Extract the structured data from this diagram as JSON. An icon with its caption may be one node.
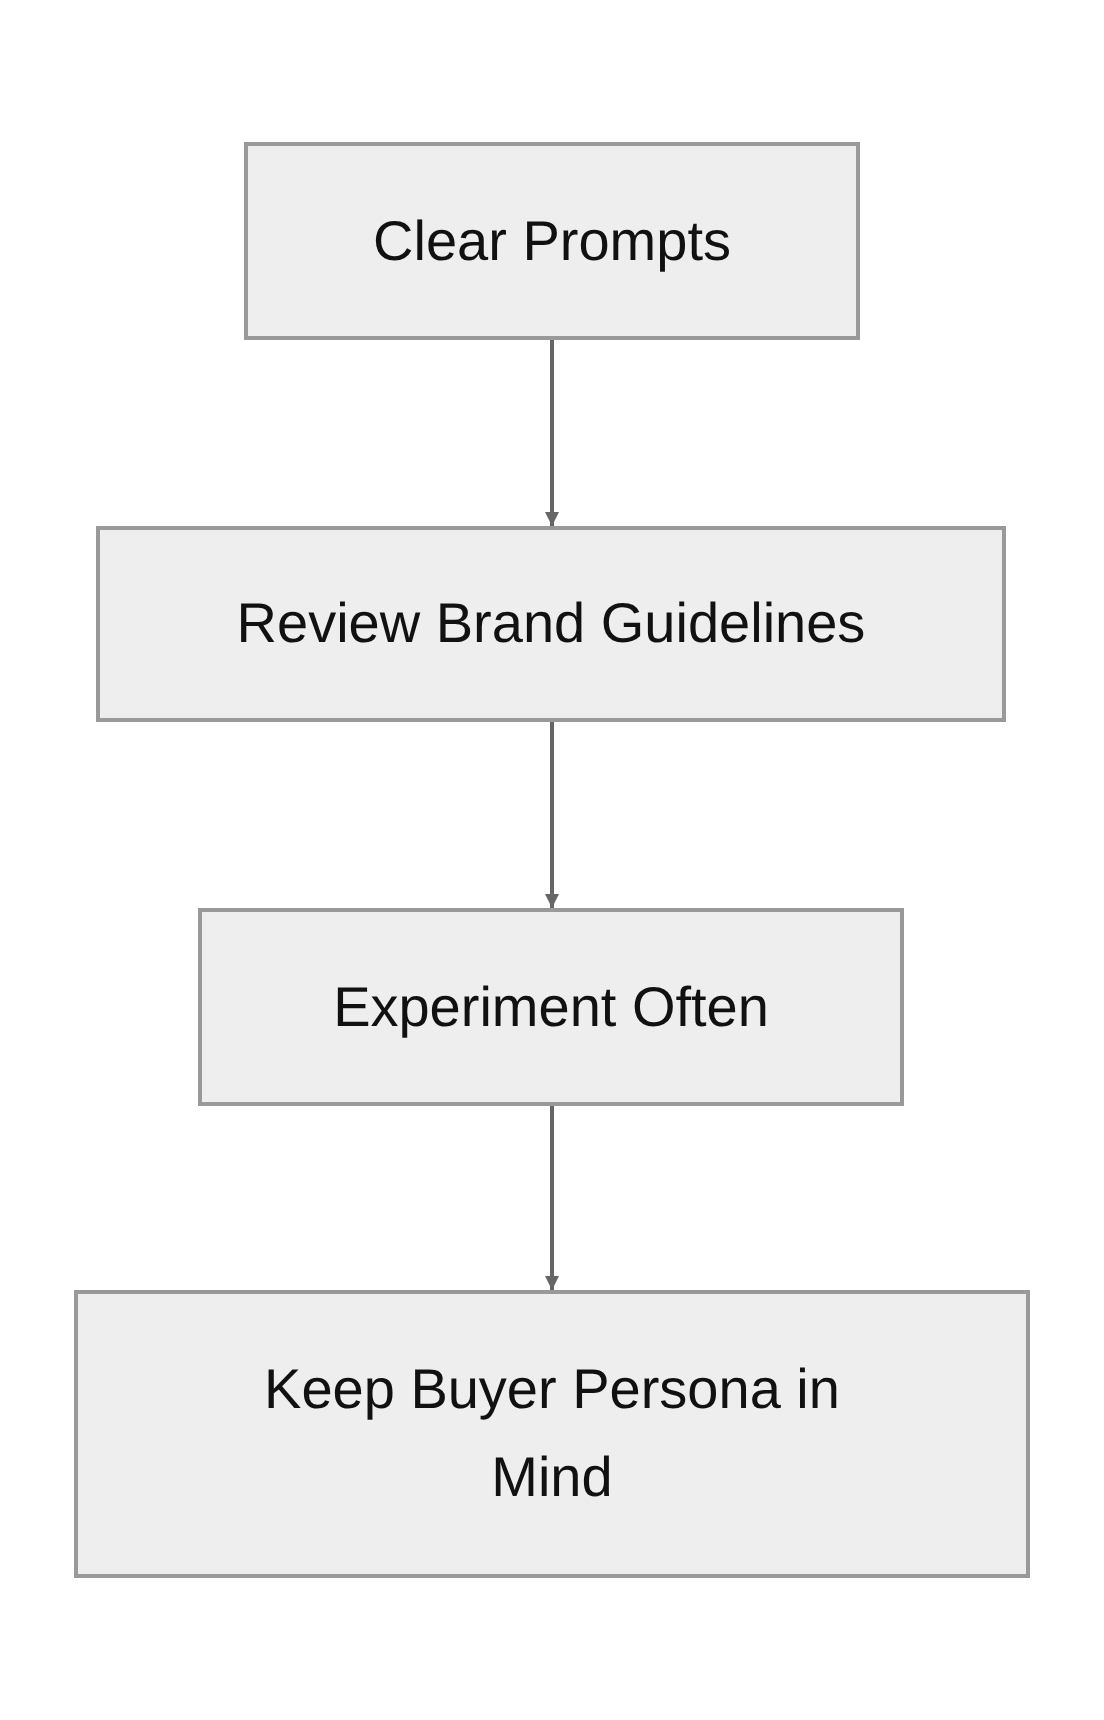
{
  "diagram": {
    "nodes": [
      {
        "text": [
          "Clear Prompts"
        ]
      },
      {
        "text": [
          "Review Brand Guidelines"
        ]
      },
      {
        "text": [
          "Experiment Often"
        ]
      },
      {
        "text": [
          "Keep Buyer Persona in Mind"
        ]
      }
    ],
    "edges": [
      {
        "from": 0,
        "to": 1,
        "arrow": "to"
      },
      {
        "from": 1,
        "to": 2,
        "arrow": "to"
      },
      {
        "from": 2,
        "to": 3,
        "arrow": "to"
      }
    ]
  }
}
